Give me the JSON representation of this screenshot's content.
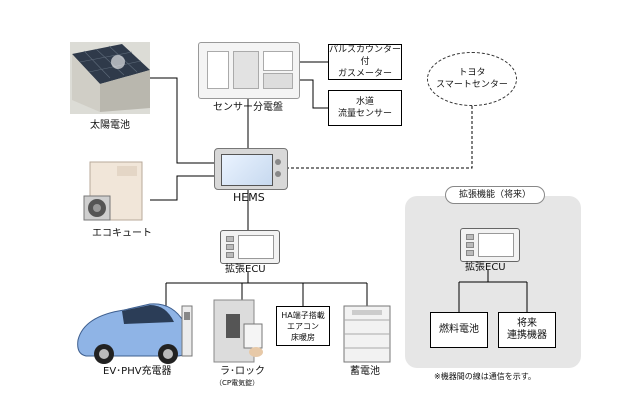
{
  "nodes": {
    "solar": "太陽電池",
    "ecocute": "エコキュート",
    "panel": "センサー分電盤",
    "gas_meter": [
      "パルスカウンター付",
      "ガスメーター"
    ],
    "water": [
      "水道",
      "流量センサー"
    ],
    "toyota": [
      "トヨタ",
      "スマートセンター"
    ],
    "hems": "HEMS",
    "ecu_left": "拡張ECU",
    "ecu_right": "拡張ECU",
    "extension": "拡張機能（将来）",
    "fuel_cell": "燃料電池",
    "future": [
      "将来",
      "連携機器"
    ],
    "ev": "EV･PHV充電器",
    "lock": "ラ･ロック",
    "lock_sub": "（CP電気錠）",
    "aircon": [
      "HA端子搭載",
      "エアコン",
      "床暖房"
    ],
    "battery": "蓄電池"
  },
  "footnote": "※機器間の線は通信を示す。"
}
